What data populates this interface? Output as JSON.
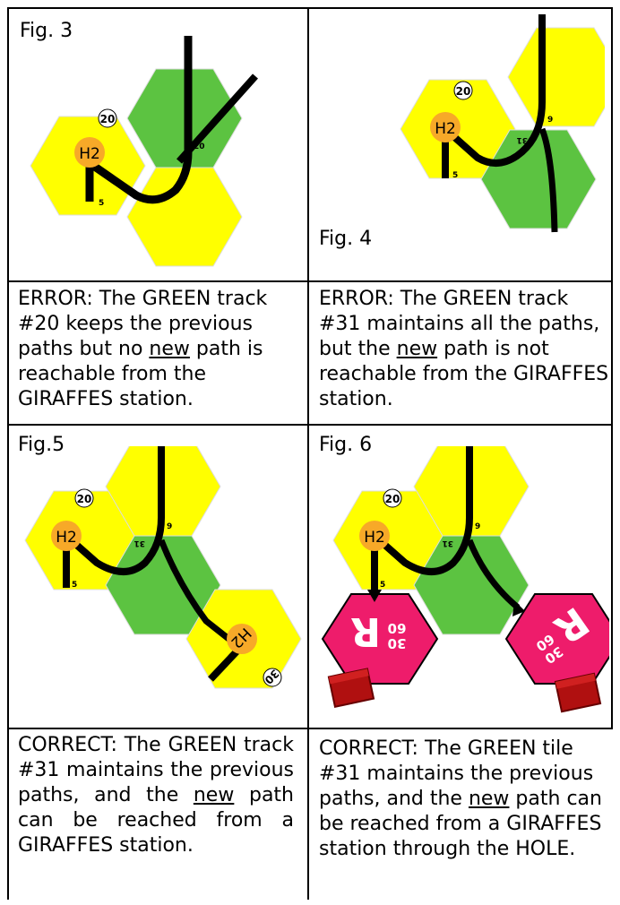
{
  "figures": {
    "fig3": {
      "label": "Fig. 3"
    },
    "fig4": {
      "label": "Fig. 4"
    },
    "fig5": {
      "label": "Fig.5"
    },
    "fig6": {
      "label": "Fig. 6"
    }
  },
  "tiles": {
    "station": "H2",
    "number_20": "20",
    "number_30": "30",
    "small_5": "5",
    "small_9": "9",
    "small_20": "20",
    "small_31": "31",
    "hole_letter": "R",
    "hole_num_30": "30",
    "hole_num_60": "60"
  },
  "captions": {
    "c1": {
      "before": "ERROR: The GREEN track #20 keeps the previous paths but no ",
      "underlined": "new",
      "after": " path is reachable from the GIRAFFES station."
    },
    "c2": {
      "before": "ERROR: The GREEN track #31 maintains all the paths, but the ",
      "underlined": "new",
      "after": " path is not reachable from the GIRAFFES station."
    },
    "c3": {
      "before": "CORRECT: The GREEN track #31 maintains the previous paths, and the ",
      "underlined": "new",
      "after": " path can be reached from a GIRAFFES station."
    },
    "c4": {
      "before": "CORRECT: The GREEN tile #31 maintains the previous paths, and the ",
      "underlined": "new",
      "after": " path can be reached from a GIRAFFES station through the HOLE."
    }
  },
  "colors": {
    "yellow": "#ffff00",
    "green": "#5cc341",
    "pink": "#ee1c6b",
    "orange": "#f7a928",
    "track": "#000000",
    "red_block": "#b01010"
  }
}
